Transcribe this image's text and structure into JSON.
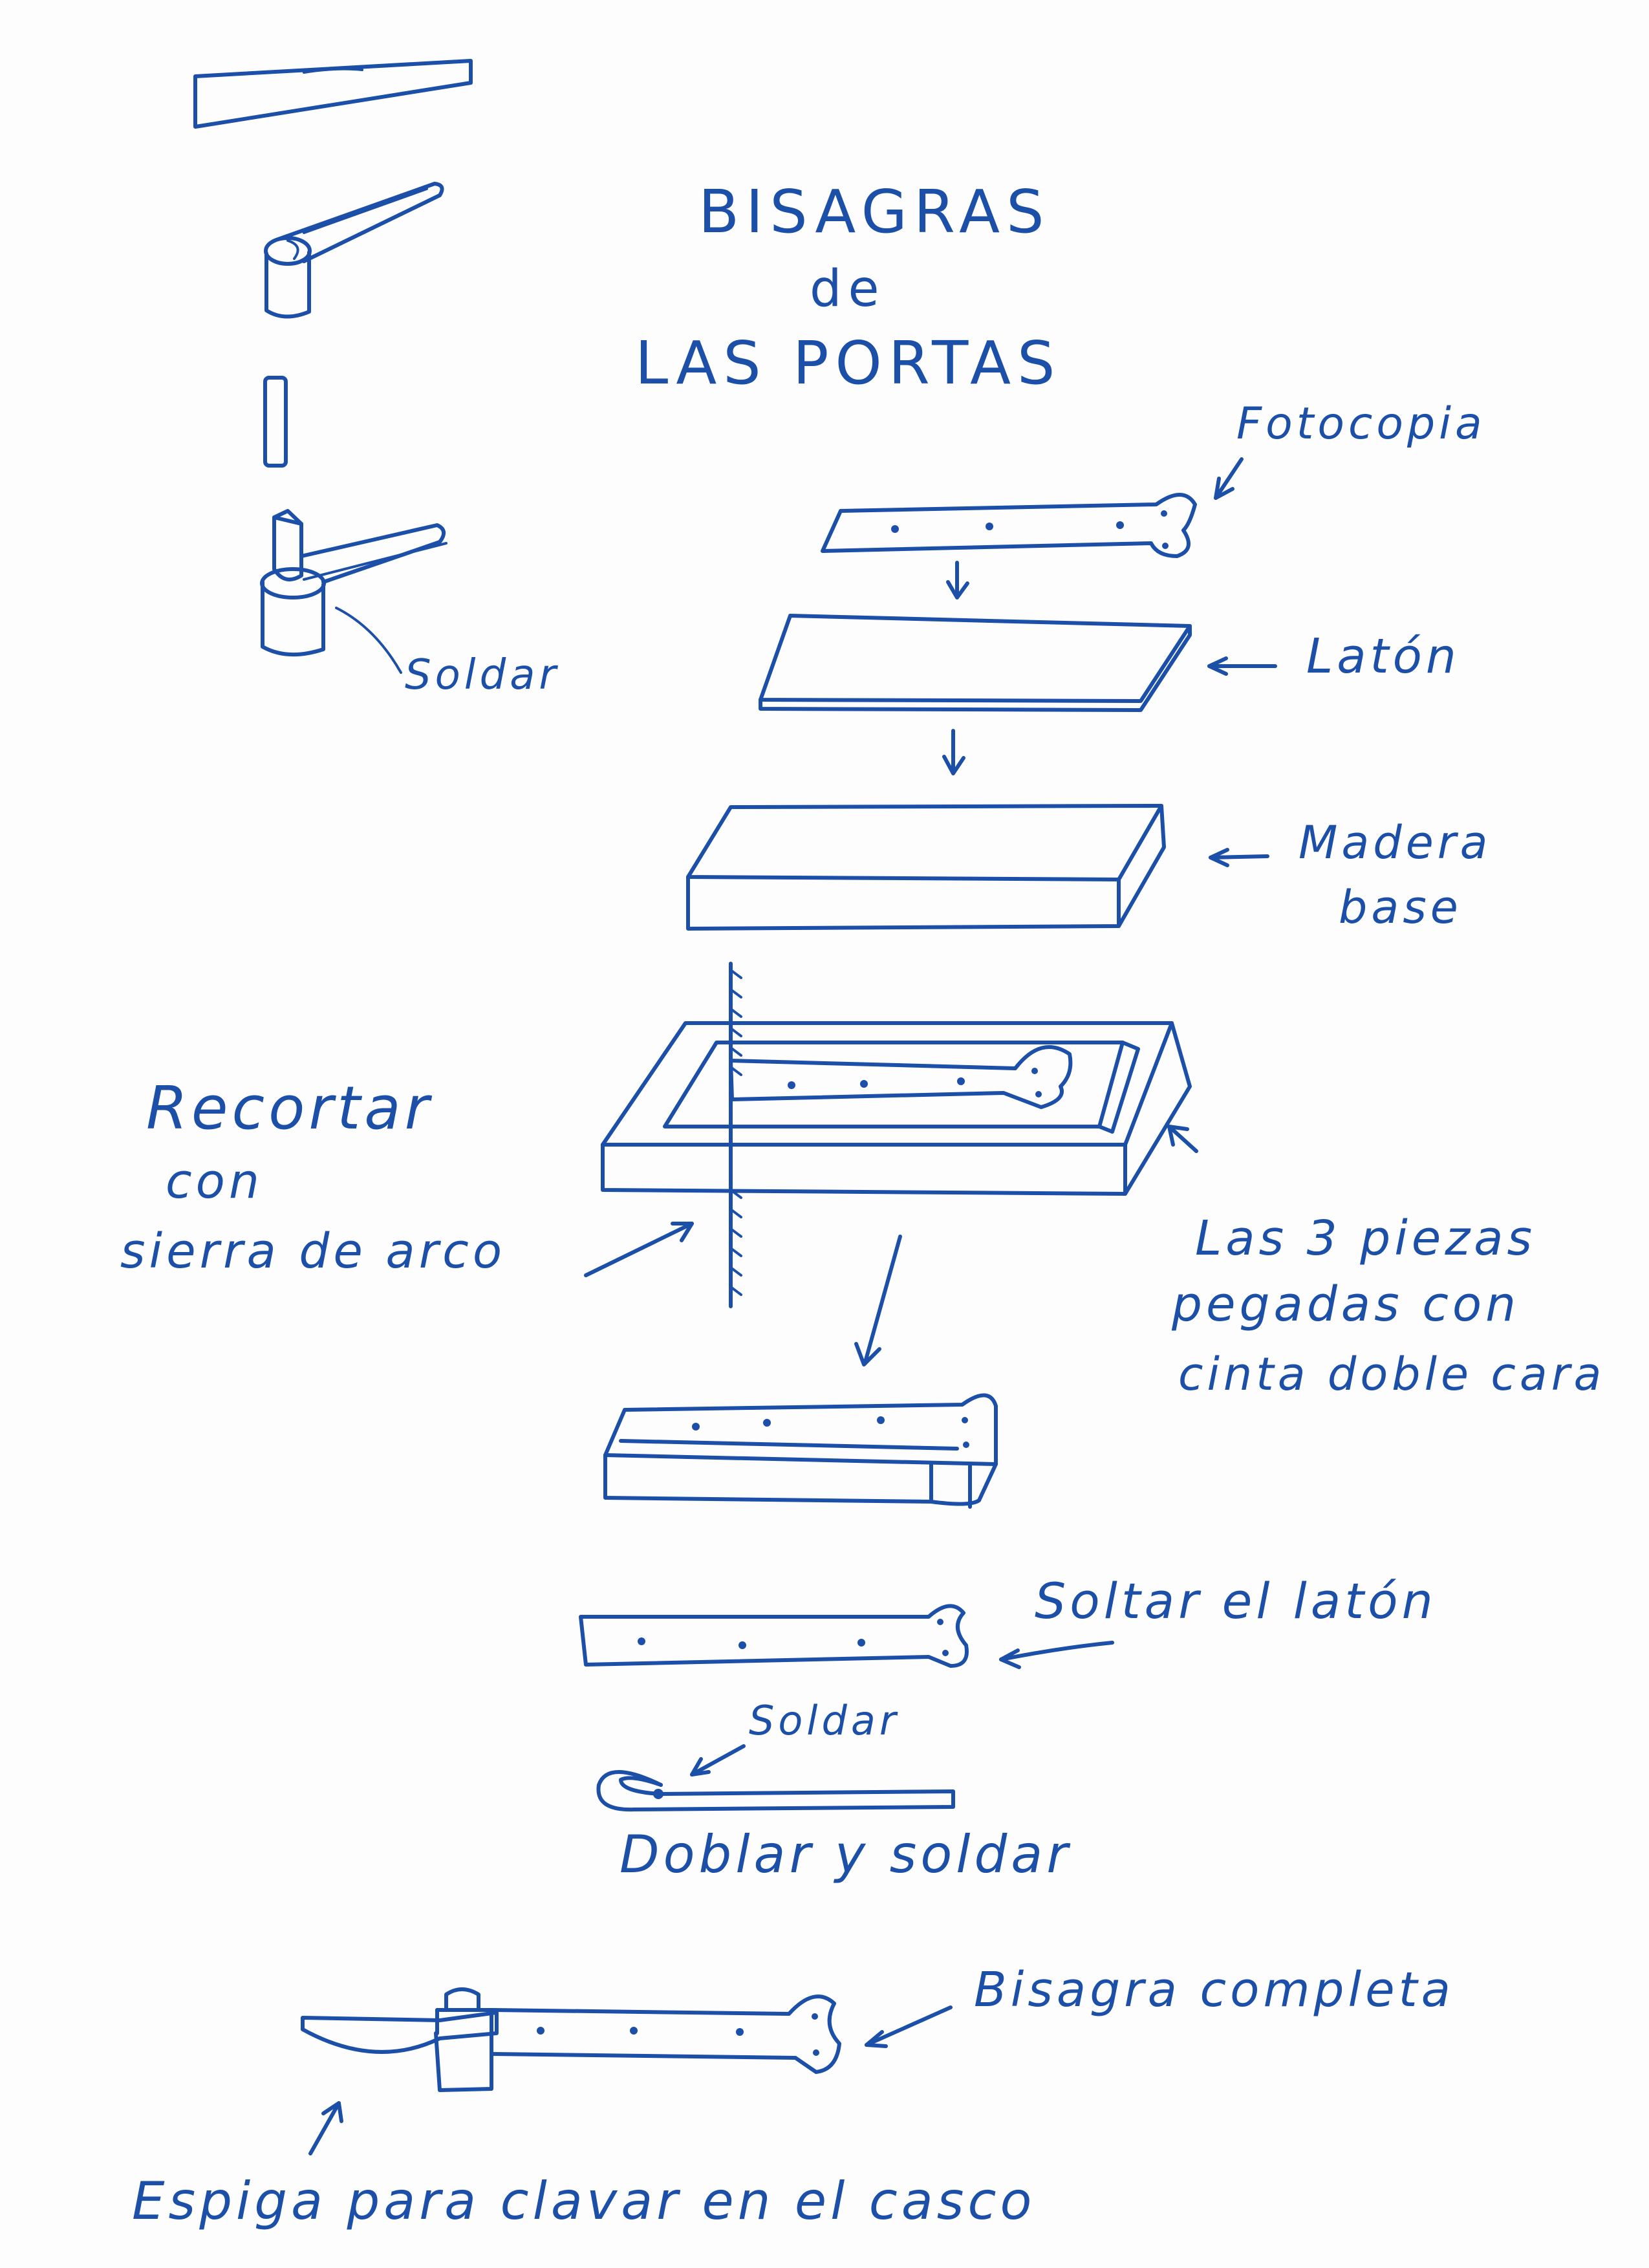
{
  "title": {
    "line1": "BISAGRAS",
    "line2": "de",
    "line3": "LAS PORTAS"
  },
  "labels": {
    "soldar_left": "Soldar",
    "fotocopia": "Fotocopia",
    "laton": "Latón",
    "madera_line1": "Madera",
    "madera_line2": "base",
    "recortar_line1": "Recortar",
    "recortar_line2": "con",
    "recortar_line3": "sierra de arco",
    "piezas_line1": "Las 3 piezas",
    "piezas_line2": "pegadas con",
    "piezas_line3": "cinta doble cara",
    "soltar": "Soltar el latón",
    "soldar_small": "Soldar",
    "doblar": "Doblar y soldar",
    "bisagra_completa": "Bisagra completa",
    "espiga": "Espiga para clavar en el casco"
  },
  "colors": {
    "ink": "#1b4fa8",
    "paper": "#fdfdfd"
  }
}
